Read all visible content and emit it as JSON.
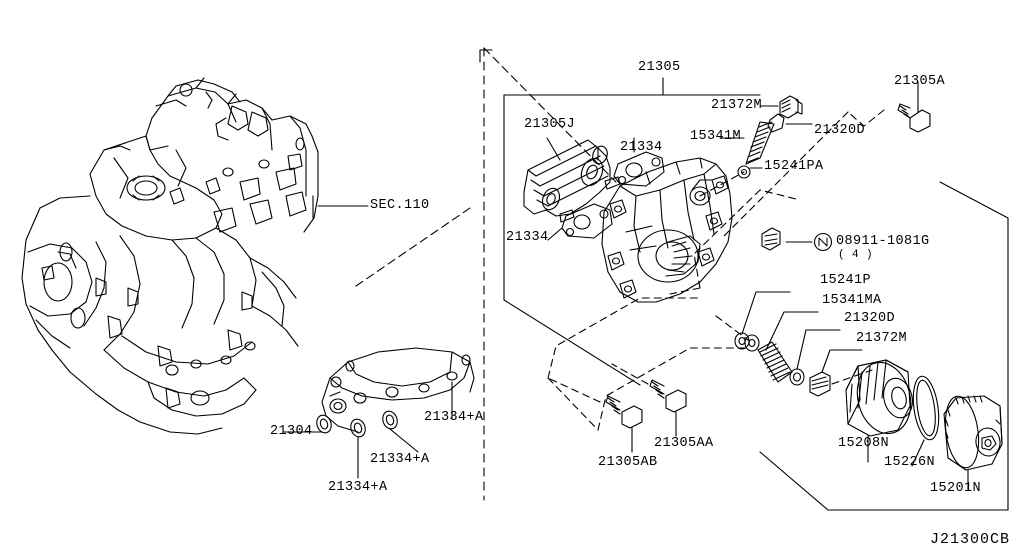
{
  "diagram": {
    "drawing_number": "J21300CB",
    "section_reference": "SEC.110",
    "sub_quantity_note": "( 4 )",
    "line_color": "#000000",
    "background_color": "#ffffff"
  },
  "callouts": {
    "engine_section": "SEC.110",
    "oil_pan_gasket": "21304",
    "gasket_a_1": "21334+A",
    "gasket_a_2": "21334+A",
    "gasket_a_3": "21334+A",
    "assembly_main": "21305",
    "cooler_core": "21305J",
    "gasket_upper": "21334",
    "gasket_lower": "21334",
    "plug_upper": "21372M",
    "valve_upper": "21320D",
    "spring_upper": "15341M",
    "washer_upper": "15241PA",
    "bolt_top_right": "21305A",
    "nut_part": "08911-1081G",
    "nut_qty": "( 4 )",
    "washer_lower": "15241P",
    "spring_lower": "15341MA",
    "valve_lower": "21320D",
    "plug_lower": "21372M",
    "filter_element": "15208N",
    "o_ring": "15226N",
    "filter_housing": "15201N",
    "bolt_aa": "21305AA",
    "bolt_ab": "21305AB"
  }
}
